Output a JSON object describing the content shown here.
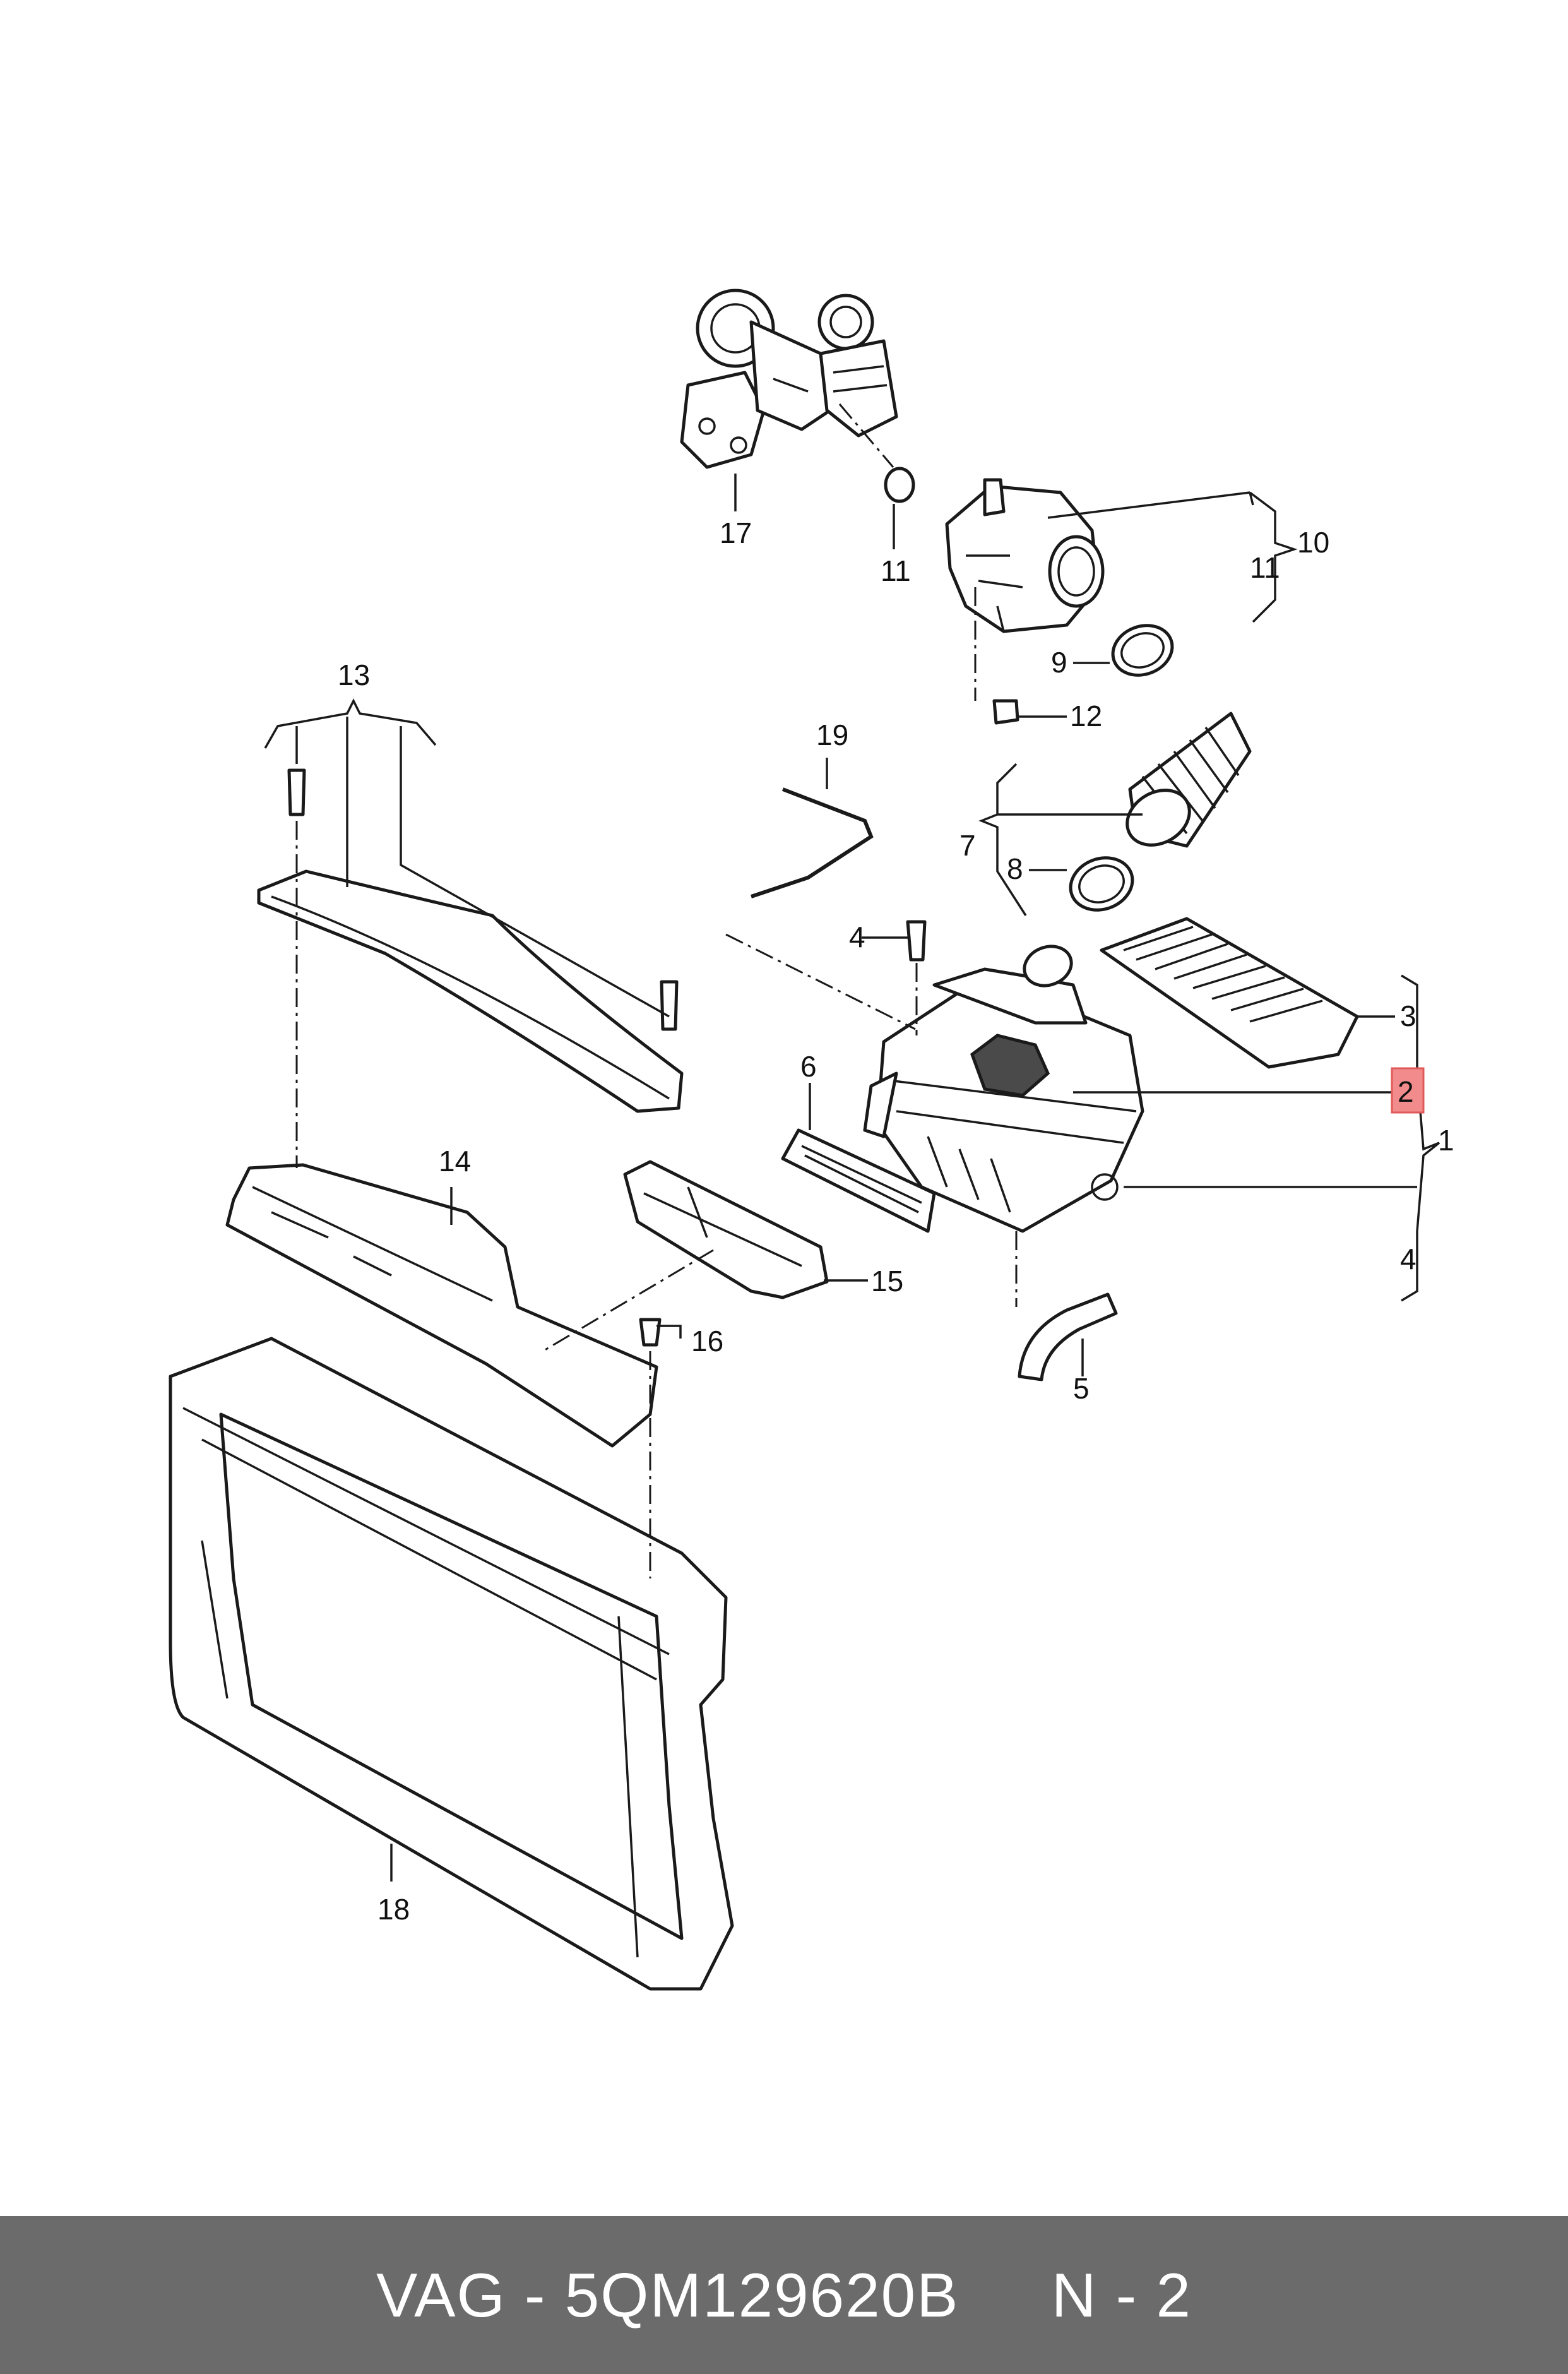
{
  "callouts": {
    "c1": "1",
    "c2": "2",
    "c3": "3",
    "c4a": "4",
    "c4b": "4",
    "c5": "5",
    "c6": "6",
    "c7": "7",
    "c8": "8",
    "c9": "9",
    "c10": "10",
    "c11a": "11",
    "c11b": "11",
    "c12": "12",
    "c13": "13",
    "c14": "14",
    "c15": "15",
    "c16": "16",
    "c17": "17",
    "c18": "18",
    "c19": "19"
  },
  "highlight": {
    "callout": "2",
    "color": "#f28b8b"
  },
  "footer": {
    "text": "VAG - 5QM129620B     N - 2",
    "background": "#6b6b6b",
    "color": "#ffffff"
  }
}
